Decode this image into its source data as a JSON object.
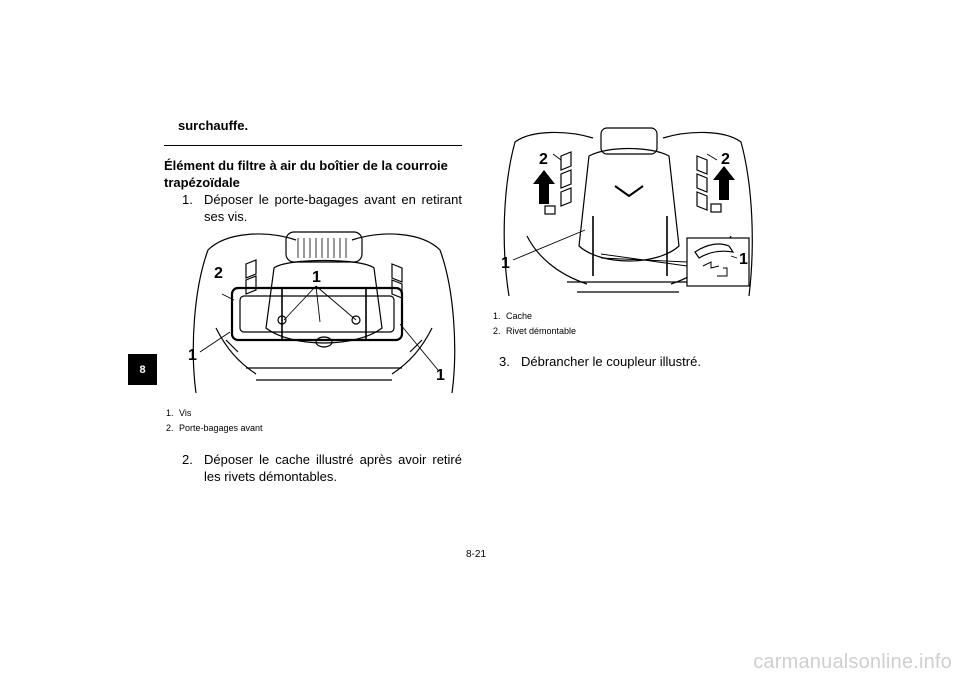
{
  "side_tab": "8",
  "continuation": "surchauffe.",
  "section_heading": "Élément du filtre à air du boîtier de la courroie trapézoïdale",
  "steps": [
    {
      "num": "1.",
      "text": "Déposer le porte-bagages avant en retirant ses vis."
    },
    {
      "num": "2.",
      "text": "Déposer le cache illustré après avoir retiré les rivets démontables."
    },
    {
      "num": "3.",
      "text": "Débrancher le coupleur illustré."
    }
  ],
  "figure1": {
    "callouts": [
      "2",
      "1",
      "1",
      "1"
    ],
    "legend": [
      {
        "num": "1.",
        "text": "Vis"
      },
      {
        "num": "2.",
        "text": "Porte-bagages avant"
      }
    ]
  },
  "figure2": {
    "callouts": [
      "2",
      "2",
      "1",
      "1"
    ],
    "legend": [
      {
        "num": "1.",
        "text": "Cache"
      },
      {
        "num": "2.",
        "text": "Rivet démontable"
      }
    ]
  },
  "page_number": "8-21",
  "watermark": "carmanualsonline.info"
}
